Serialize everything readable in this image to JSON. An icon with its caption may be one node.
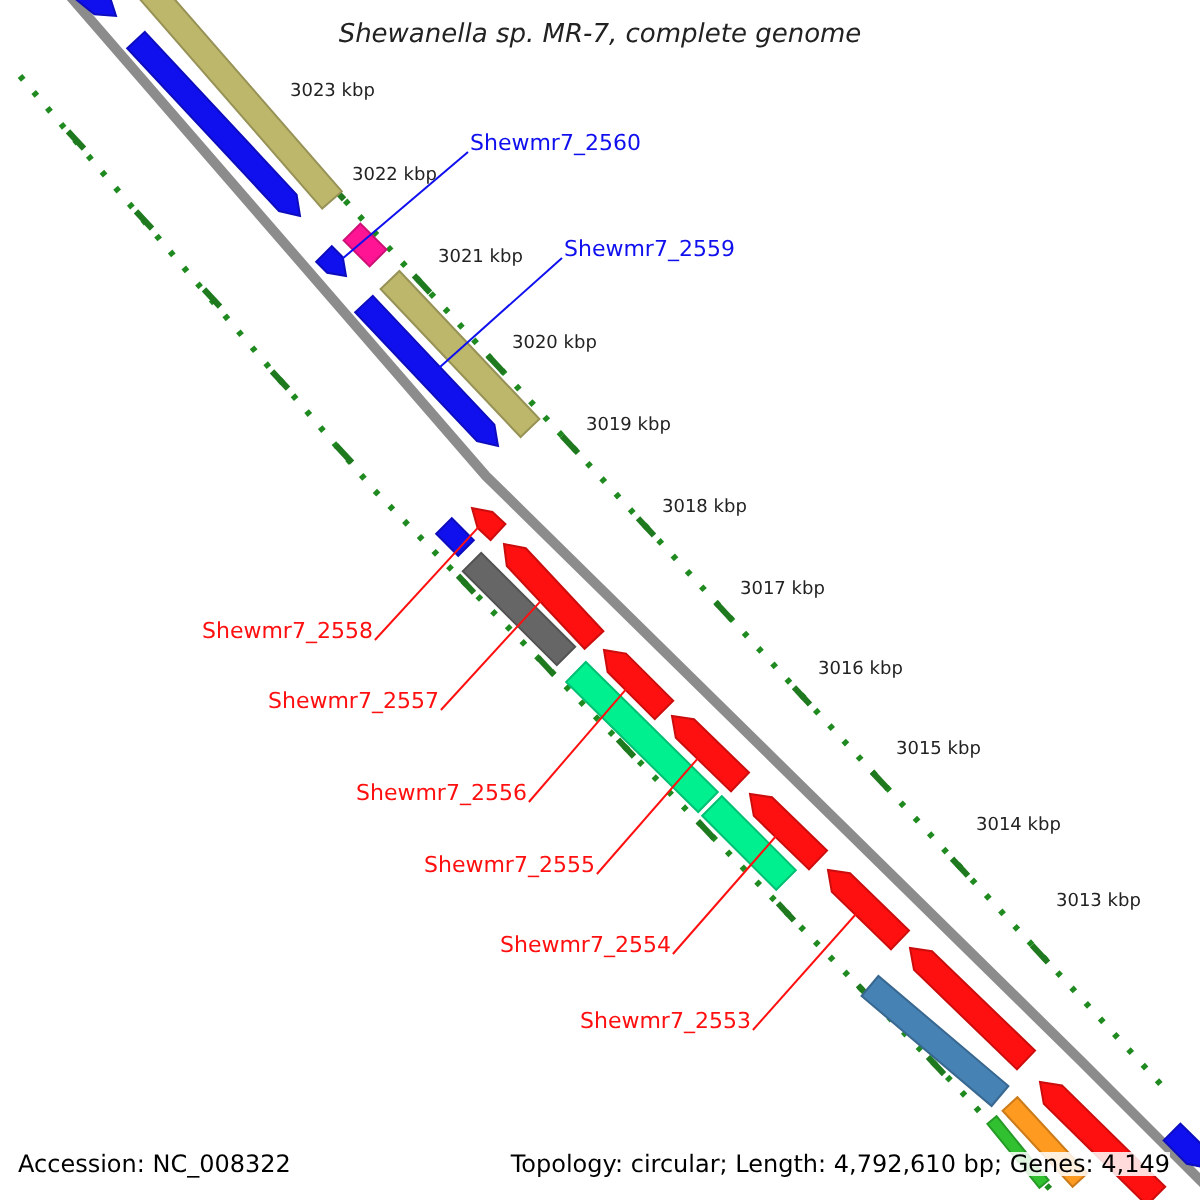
{
  "diagram": {
    "title": "Shewanella sp. MR-7, complete genome",
    "nodes": [
      {
        "text": [
          "Shewmr7_2560"
        ]
      },
      {
        "text": [],
        "shape": "arrow"
      },
      {
        "text": [
          "Shewmr7_2559"
        ]
      },
      {
        "text": [],
        "shape": "arrow"
      },
      {
        "text": [
          "Shewmr7_2558"
        ]
      },
      {
        "text": [],
        "shape": "arrow"
      },
      {
        "text": [
          "Shewmr7_2557"
        ]
      },
      {
        "text": [],
        "shape": "arrow"
      },
      {
        "text": [
          "Shewmr7_2556"
        ]
      },
      {
        "text": [],
        "shape": "arrow"
      },
      {
        "text": [
          "Shewmr7_2555"
        ]
      },
      {
        "text": [],
        "shape": "arrow"
      },
      {
        "text": [
          "Shewmr7_2554"
        ]
      },
      {
        "text": [],
        "shape": "arrow"
      },
      {
        "text": [
          "Shewmr7_2553"
        ]
      },
      {
        "text": [],
        "shape": "arrow"
      },
      {
        "text": [],
        "shape": "arrow"
      },
      {
        "text": [],
        "shape": "arrow"
      },
      {
        "text": [],
        "shape": "bar"
      },
      {
        "text": [],
        "shape": "bar"
      },
      {
        "text": [],
        "shape": "bar"
      },
      {
        "text": [],
        "shape": "bar"
      },
      {
        "text": [],
        "shape": "bar"
      },
      {
        "text": [],
        "shape": "bar"
      },
      {
        "text": [],
        "shape": "bar"
      },
      {
        "text": [],
        "shape": "arrow"
      },
      {
        "text": [],
        "shape": "arrow"
      },
      {
        "text": [],
        "shape": "bar"
      },
      {
        "text": [],
        "shape": "bar"
      },
      {
        "text": [],
        "shape": "bar"
      },
      {
        "text": [],
        "shape": "arrow"
      }
    ],
    "edges": [
      {
        "from": 0,
        "to": 1,
        "arrow": "none",
        "color": "#1010ee"
      },
      {
        "from": 2,
        "to": 3,
        "arrow": "none",
        "color": "#1010ee"
      },
      {
        "from": 4,
        "to": 5,
        "arrow": "none"
      },
      {
        "from": 6,
        "to": 7,
        "arrow": "none"
      },
      {
        "from": 8,
        "to": 9,
        "arrow": "none"
      },
      {
        "from": 10,
        "to": 11,
        "arrow": "none"
      },
      {
        "from": 12,
        "to": 13,
        "arrow": "none"
      },
      {
        "from": 14,
        "to": 15,
        "arrow": "none"
      }
    ],
    "labels": [
      "3023 kbp",
      "3022 kbp",
      "3021 kbp",
      "3020 kbp",
      "3019 kbp",
      "3018 kbp",
      "3017 kbp",
      "3016 kbp",
      "3015 kbp",
      "3014 kbp",
      "3013 kbp",
      "Accession: NC_008322",
      "Topology: circular; Length: 4,792,610 bp; Genes: 4,149"
    ]
  }
}
